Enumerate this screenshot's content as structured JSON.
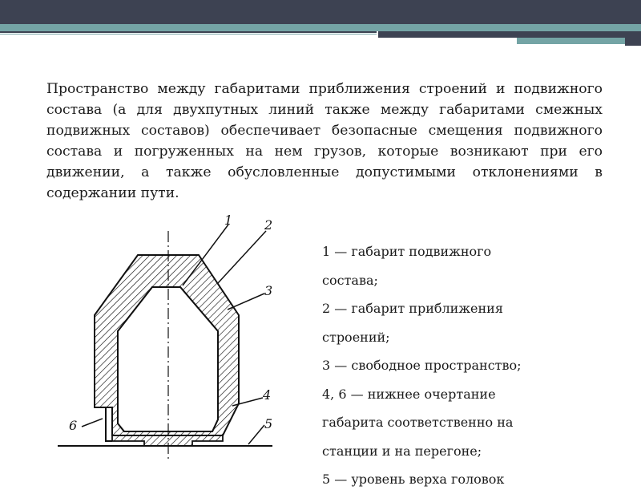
{
  "paragraph": "Пространство между габаритами приближения строений и подвижного состава (а для двухпутных линий также между габаритами смежных подвижных составов) обеспечивает безопасные смещения подвижного состава и погруженных на нем грузов, которые возникают при его движении, а также обусловленные допустимыми отклонениями в содержании пути.",
  "legend": [
    "1 — габарит подвижного",
    "состава;",
    "2 — габарит приближения",
    "строений;",
    "3 — свободное пространство;",
    "4, 6 — нижнее очертание",
    "габарита соответственно на",
    "станции и на перегоне;",
    "5 — уровень верха головок"
  ],
  "diagram": {
    "labels": {
      "l1": "1",
      "l2": "2",
      "l3": "3",
      "l4": "4",
      "l5": "5",
      "l6": "6"
    }
  },
  "colors": {
    "header_dark": "#3d4252",
    "header_teal": "#74a4a5"
  }
}
